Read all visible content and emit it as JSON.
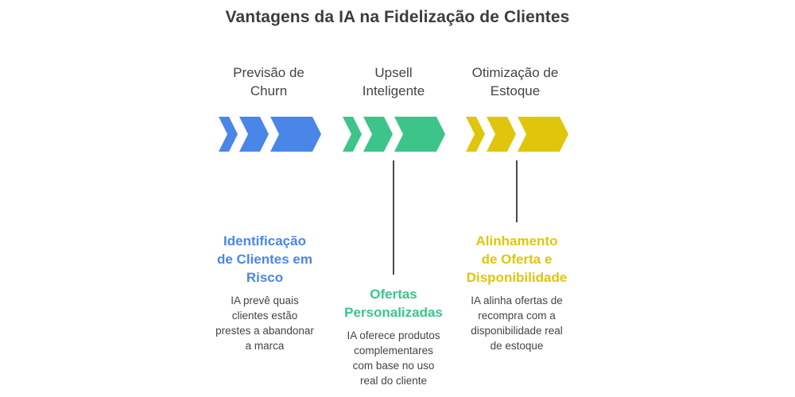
{
  "title": "Vantagens da IA na Fidelização de Clientes",
  "stages": [
    {
      "label_line1": "Previsão de",
      "label_line2": "Churn",
      "color": "#4a86e8",
      "heading_line1": "Identificação",
      "heading_line2": "de Clientes em",
      "heading_line3": "Risco",
      "desc_line1": "IA prevê quais",
      "desc_line2": "clientes estão",
      "desc_line3": "prestes a abandonar",
      "desc_line4": "a marca"
    },
    {
      "label_line1": "Upsell",
      "label_line2": "Inteligente",
      "color": "#3cc48a",
      "heading_line1": "Ofertas",
      "heading_line2": "Personalizadas",
      "desc_line1": "IA oferece produtos",
      "desc_line2": "complementares",
      "desc_line3": "com base no uso",
      "desc_line4": "real do cliente"
    },
    {
      "label_line1": "Otimização de",
      "label_line2": "Estoque",
      "color": "#dfc60c",
      "heading_line1": "Alinhamento",
      "heading_line2": "de Oferta e",
      "heading_line3": "Disponibilidade",
      "desc_line1": "IA alinha ofertas de",
      "desc_line2": "recompra com a",
      "desc_line3": "disponibilidade real",
      "desc_line4": "de estoque"
    }
  ]
}
